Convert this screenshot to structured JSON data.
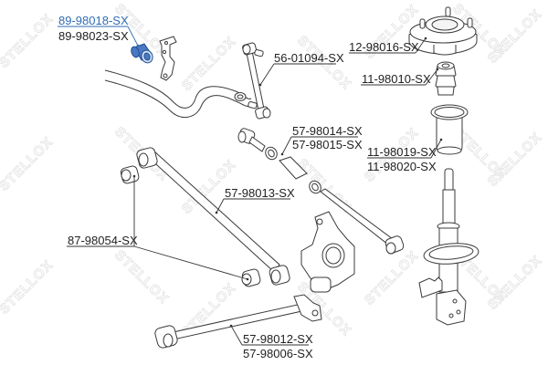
{
  "diagram": {
    "brand_watermark": "STELLOX",
    "highlight_color": "#2f6db3",
    "line_color": "#333333",
    "labels": [
      {
        "id": "l1",
        "text": "89-98018-SX",
        "highlighted": true
      },
      {
        "id": "l2",
        "text": "89-98023-SX",
        "highlighted": false
      },
      {
        "id": "l3",
        "text": "56-01094-SX",
        "highlighted": false
      },
      {
        "id": "l4",
        "text": "12-98016-SX",
        "highlighted": false
      },
      {
        "id": "l5",
        "text": "11-98010-SX",
        "highlighted": false
      },
      {
        "id": "l6",
        "text": "57-98014-SX",
        "highlighted": false
      },
      {
        "id": "l7",
        "text": "57-98015-SX",
        "highlighted": false
      },
      {
        "id": "l8",
        "text": "11-98019-SX",
        "highlighted": false
      },
      {
        "id": "l9",
        "text": "11-98020-SX",
        "highlighted": false
      },
      {
        "id": "l10",
        "text": "57-98013-SX",
        "highlighted": false
      },
      {
        "id": "l11",
        "text": "87-98054-SX",
        "highlighted": false
      },
      {
        "id": "l12",
        "text": "57-98012-SX",
        "highlighted": false
      },
      {
        "id": "l13",
        "text": "57-98006-SX",
        "highlighted": false
      }
    ],
    "parts": [
      {
        "name": "stabilizer-bushing",
        "label_ids": [
          "l1",
          "l2"
        ]
      },
      {
        "name": "stabilizer-link",
        "label_ids": [
          "l3"
        ]
      },
      {
        "name": "strut-mount",
        "label_ids": [
          "l4"
        ]
      },
      {
        "name": "bump-stop",
        "label_ids": [
          "l5"
        ]
      },
      {
        "name": "lateral-link-bushing",
        "label_ids": [
          "l6",
          "l7"
        ]
      },
      {
        "name": "dust-boot",
        "label_ids": [
          "l8",
          "l9"
        ]
      },
      {
        "name": "trailing-arm",
        "label_ids": [
          "l10"
        ]
      },
      {
        "name": "control-arm-bushing",
        "label_ids": [
          "l11"
        ]
      },
      {
        "name": "lower-control-arm",
        "label_ids": [
          "l12",
          "l13"
        ]
      }
    ]
  }
}
